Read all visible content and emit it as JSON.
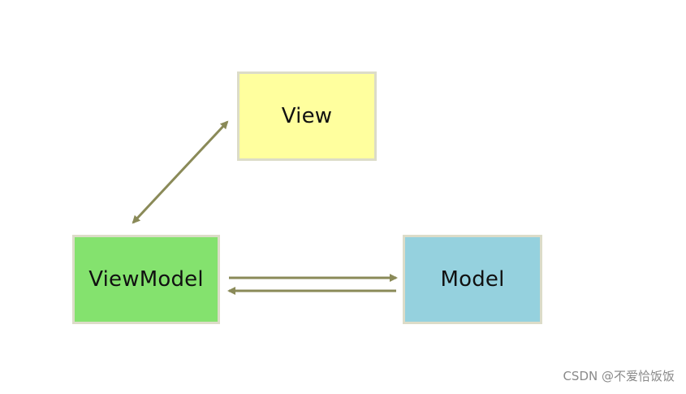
{
  "diagram": {
    "nodes": {
      "view": {
        "label": "View",
        "color": "#ffff9e"
      },
      "viewmodel": {
        "label": "ViewModel",
        "color": "#84e26e"
      },
      "model": {
        "label": "Model",
        "color": "#95d1de"
      }
    },
    "edges": [
      {
        "from": "viewmodel",
        "to": "view",
        "direction": "bidirectional"
      },
      {
        "from": "viewmodel",
        "to": "model",
        "direction": "forward"
      },
      {
        "from": "model",
        "to": "viewmodel",
        "direction": "forward"
      }
    ],
    "arrow_color": "#8a8a58",
    "box_border_color": "#dcdcc8"
  },
  "watermark": "CSDN @不爱恰饭饭"
}
